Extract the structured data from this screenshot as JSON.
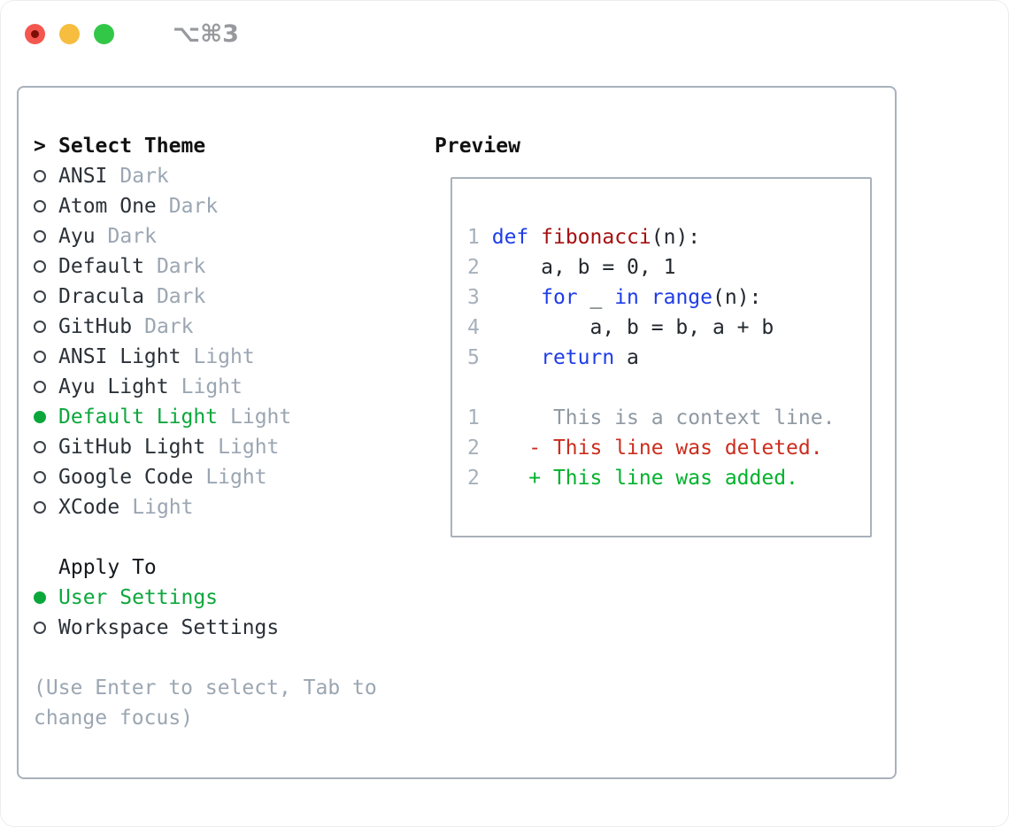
{
  "colors": {
    "accent_green": "#0ca73c",
    "diff_add_green": "#00b22c",
    "diff_del_red": "#cb2d1e",
    "keyword_blue": "#1e3ce8",
    "function_red": "#a60f0f",
    "muted_gray": "#9ba6b2",
    "line_number_gray": "#a6b0bb",
    "context_gray": "#8f99a3",
    "border_gray": "#a9b1bb",
    "traffic_red": "#f4574f",
    "traffic_yellow": "#f6bd3f",
    "traffic_green": "#33c748"
  },
  "titlebar": {
    "shortcut": "⌥⌘3",
    "buttons": [
      "close",
      "minimize",
      "zoom"
    ]
  },
  "theme_picker": {
    "header_prefix": ">",
    "header_label": "Select Theme",
    "themes": [
      {
        "name": "ANSI",
        "variant": "Dark",
        "selected": false
      },
      {
        "name": "Atom One",
        "variant": "Dark",
        "selected": false
      },
      {
        "name": "Ayu",
        "variant": "Dark",
        "selected": false
      },
      {
        "name": "Default",
        "variant": "Dark",
        "selected": false
      },
      {
        "name": "Dracula",
        "variant": "Dark",
        "selected": false
      },
      {
        "name": "GitHub",
        "variant": "Dark",
        "selected": false
      },
      {
        "name": "ANSI Light",
        "variant": "Light",
        "selected": false
      },
      {
        "name": "Ayu Light",
        "variant": "Light",
        "selected": false
      },
      {
        "name": "Default Light",
        "variant": "Light",
        "selected": true
      },
      {
        "name": "GitHub Light",
        "variant": "Light",
        "selected": false
      },
      {
        "name": "Google Code",
        "variant": "Light",
        "selected": false
      },
      {
        "name": "XCode",
        "variant": "Light",
        "selected": false
      }
    ],
    "apply_to_label": "Apply To",
    "apply_options": [
      {
        "name": "User Settings",
        "selected": true
      },
      {
        "name": "Workspace Settings",
        "selected": false
      }
    ],
    "hint_lines": [
      "(Use Enter to select, Tab to",
      "change focus)"
    ]
  },
  "preview": {
    "label": "Preview",
    "code_lines": [
      {
        "num": "1",
        "tokens": [
          {
            "text": "def",
            "style": "kw"
          },
          {
            "text": " ",
            "style": "plain"
          },
          {
            "text": "fibonacci",
            "style": "fn"
          },
          {
            "text": "(n):",
            "style": "plain"
          }
        ]
      },
      {
        "num": "2",
        "tokens": [
          {
            "text": "    a, b = 0, 1",
            "style": "plain"
          }
        ]
      },
      {
        "num": "3",
        "tokens": [
          {
            "text": "    ",
            "style": "plain"
          },
          {
            "text": "for",
            "style": "kw"
          },
          {
            "text": " _ ",
            "style": "plain"
          },
          {
            "text": "in",
            "style": "kw"
          },
          {
            "text": " ",
            "style": "plain"
          },
          {
            "text": "range",
            "style": "kw"
          },
          {
            "text": "(n):",
            "style": "plain"
          }
        ]
      },
      {
        "num": "4",
        "tokens": [
          {
            "text": "        a, b = b, a + b",
            "style": "plain"
          }
        ]
      },
      {
        "num": "5",
        "tokens": [
          {
            "text": "    ",
            "style": "plain"
          },
          {
            "text": "return",
            "style": "kw"
          },
          {
            "text": " a",
            "style": "plain"
          }
        ]
      },
      {
        "num": "",
        "tokens": []
      },
      {
        "num": "1",
        "tokens": [
          {
            "text": "     This is a context line.",
            "style": "ctx"
          }
        ]
      },
      {
        "num": "2",
        "tokens": [
          {
            "text": "   - This line was deleted.",
            "style": "del"
          }
        ]
      },
      {
        "num": "2",
        "tokens": [
          {
            "text": "   + This line was added.",
            "style": "add"
          }
        ]
      }
    ]
  }
}
